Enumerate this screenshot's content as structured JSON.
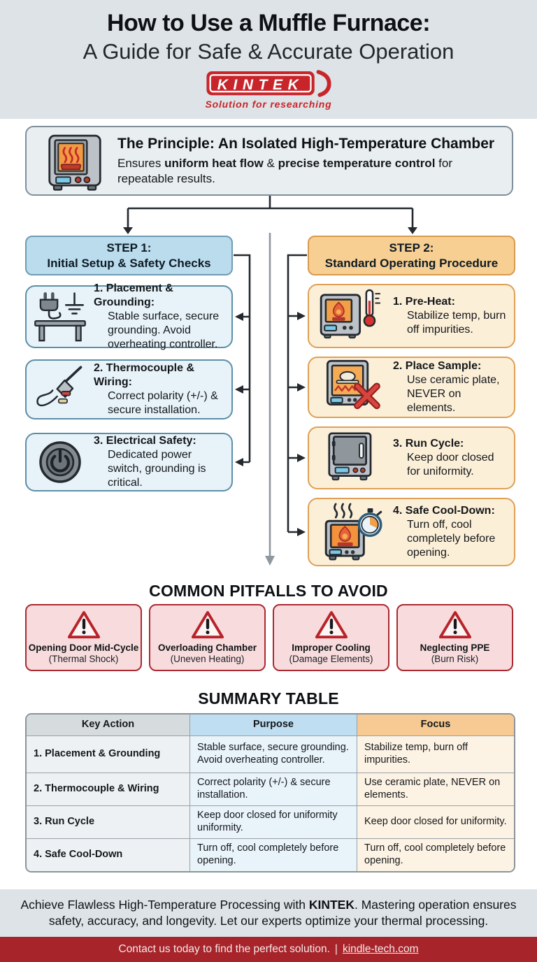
{
  "header": {
    "title_line1": "How to Use a Muffle Furnace:",
    "title_line2": "A Guide for Safe & Accurate Operation"
  },
  "logo": {
    "name": "KINTEK",
    "tagline": "Solution for researching"
  },
  "principle": {
    "title": "The Principle: An Isolated High-Temperature Chamber",
    "body_pre": "Ensures ",
    "bold1": "uniform heat flow",
    "mid": " & ",
    "bold2": "precise temperature control",
    "body_post": " for repeatable results.",
    "icon": "muffle-furnace-icon"
  },
  "step1": {
    "title_line1": "STEP 1:",
    "title_line2": "Initial Setup & Safety Checks",
    "items": [
      {
        "title": "1. Placement & Grounding:",
        "body": "Stable surface, secure grounding. Avoid overheating controller.",
        "icon": "plug-ground-table-icon"
      },
      {
        "title": "2. Thermocouple & Wiring:",
        "body": "Correct polarity (+/-) & secure installation.",
        "icon": "thermocouple-icon"
      },
      {
        "title": "3. Electrical Safety:",
        "body": "Dedicated power switch, grounding is critical.",
        "icon": "power-button-icon"
      }
    ]
  },
  "step2": {
    "title_line1": "STEP 2:",
    "title_line2": "Standard Operating Procedure",
    "items": [
      {
        "title": "1. Pre-Heat:",
        "body": "Stabilize temp, burn off impurities.",
        "icon": "furnace-thermometer-icon"
      },
      {
        "title": "2. Place Sample:",
        "body": "Use ceramic plate, NEVER on elements.",
        "icon": "furnace-sample-x-icon"
      },
      {
        "title": "3. Run Cycle:",
        "body": "Keep door closed for uniformity.",
        "icon": "furnace-closed-door-icon"
      },
      {
        "title": "4. Safe Cool-Down:",
        "body": "Turn off, cool completely before opening.",
        "icon": "furnace-cooldown-stopwatch-icon"
      }
    ]
  },
  "pitfalls": {
    "title": "COMMON PITFALLS TO AVOID",
    "icon": "warning-triangle-icon",
    "items": [
      {
        "label": "Opening Door Mid-Cycle",
        "sub": "(Thermal Shock)"
      },
      {
        "label": "Overloading Chamber",
        "sub": "(Uneven Heating)"
      },
      {
        "label": "Improper Cooling",
        "sub": "(Damage Elements)"
      },
      {
        "label": "Neglecting PPE",
        "sub": "(Burn Risk)"
      }
    ]
  },
  "summary": {
    "title": "SUMMARY TABLE",
    "headers": [
      "Key Action",
      "Purpose",
      "Focus"
    ],
    "rows": [
      {
        "action": "1. Placement & Grounding",
        "purpose": "Stable surface, secure grounding. Avoid overheating controller.",
        "focus": "Stabilize temp, burn off impurities."
      },
      {
        "action": "2. Thermocouple & Wiring",
        "purpose": "Correct polarity (+/-) & secure installation.",
        "focus": "Use ceramic plate, NEVER on elements."
      },
      {
        "action": "3. Run Cycle",
        "purpose": "Keep door closed for uniformity uniformity.",
        "focus": "Keep door closed for uniformity."
      },
      {
        "action": "4. Safe Cool-Down",
        "purpose": "Turn off, cool completely before opening.",
        "focus": "Turn off, cool completely before opening."
      }
    ]
  },
  "footer": {
    "note_pre": "Achieve Flawless High-Temperature Processing with ",
    "brand": "KINTEK",
    "note_post": ". Mastering operation ensures safety, accuracy, and longevity. Let our experts optimize your thermal processing.",
    "contact_text": "Contact us today to find the perfect solution.",
    "separator": "|",
    "link": "kindle-tech.com"
  },
  "colors": {
    "brand_red": "#c8252b",
    "contact_bar_red": "#a6242a",
    "step1_blue": "#badced",
    "step2_orange": "#f7cf92",
    "pitfall_border_red": "#ab2a31",
    "header_gray": "#dde3e6"
  }
}
